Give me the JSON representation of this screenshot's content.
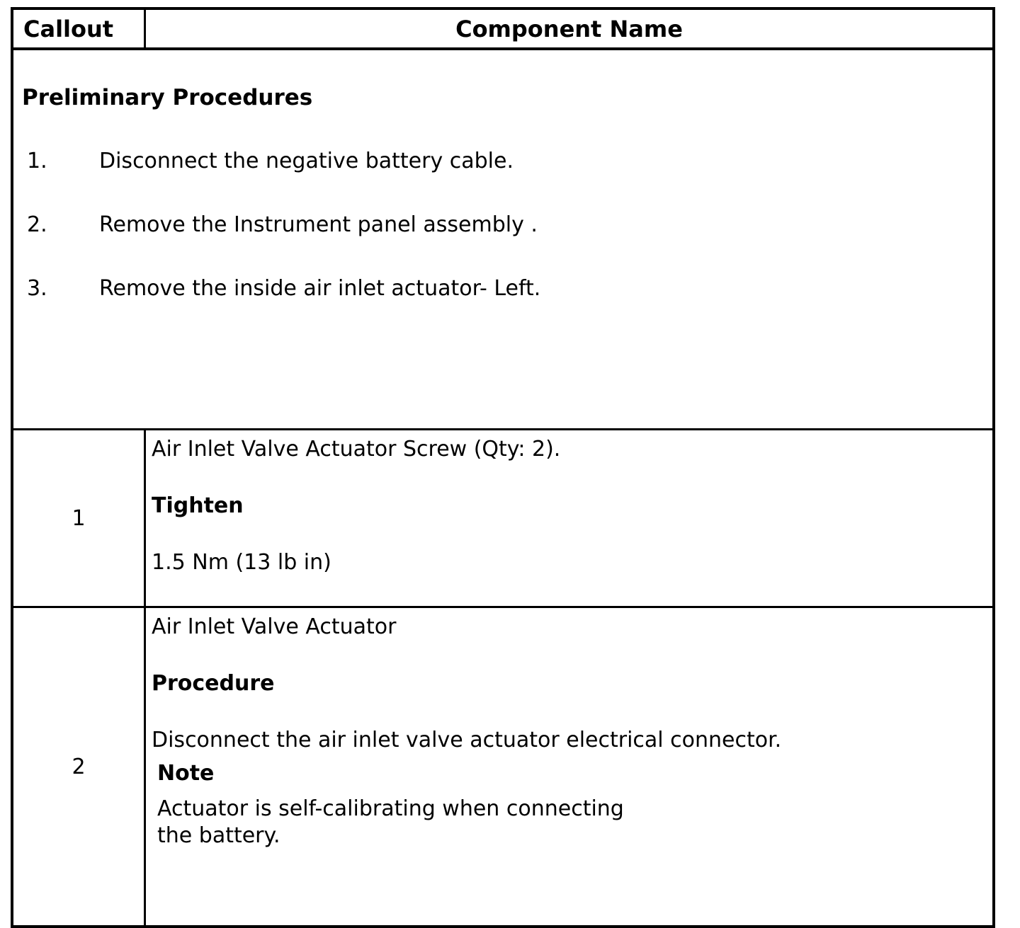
{
  "page": {
    "header": {
      "callout_label": "Callout",
      "component_label": "Component Name"
    },
    "preliminary": {
      "title": "Preliminary Procedures",
      "steps": [
        {
          "num": "1.",
          "text": "Disconnect the negative battery cable."
        },
        {
          "num": "2.",
          "text": "Remove the Instrument panel assembly ."
        },
        {
          "num": "3.",
          "text": "Remove the inside air inlet actuator- Left."
        }
      ]
    },
    "rows": [
      {
        "callout": "1",
        "component": "Air Inlet Valve Actuator Screw (Qty: 2).",
        "heading": "Tighten",
        "detail": "1.5 Nm (13 lb in)"
      },
      {
        "callout": "2",
        "component": "Air Inlet Valve Actuator",
        "heading": "Procedure",
        "detail": "Disconnect the air inlet valve actuator electrical connector.",
        "note_label": "Note",
        "note_lines": [
          "Actuator is self-calibrating when connecting",
          "the battery."
        ]
      }
    ]
  },
  "colors": {
    "background": "#ffffff",
    "text": "#000000",
    "border": "#000000"
  }
}
